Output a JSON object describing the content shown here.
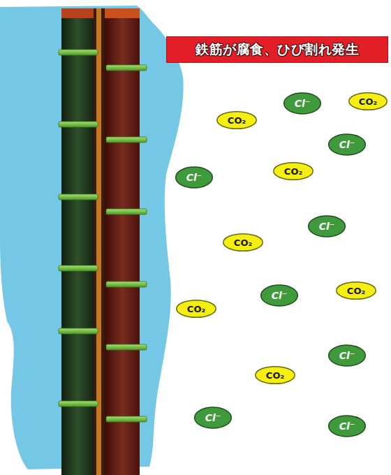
{
  "diagram": {
    "nodes": [
      {
        "text": [
          "鉄筋が腐食、ひび割れ発生"
        ]
      },
      {
        "text": [
          "CO₂"
        ]
      },
      {
        "text": [
          "Cl⁻"
        ]
      },
      {
        "text": [
          "CO₂"
        ]
      },
      {
        "text": [
          "Cl⁻"
        ]
      },
      {
        "text": [
          "Cl⁻"
        ]
      },
      {
        "text": [
          "CO₂"
        ]
      },
      {
        "text": [
          "Cl⁻"
        ]
      },
      {
        "text": [
          "CO₂"
        ]
      },
      {
        "text": [
          "Cl⁻"
        ]
      },
      {
        "text": [
          "CO₂"
        ]
      },
      {
        "text": [
          "CO₂"
        ]
      },
      {
        "text": [
          "Cl⁻"
        ]
      },
      {
        "text": [
          "CO₂"
        ]
      },
      {
        "text": [
          "Cl⁻"
        ]
      },
      {
        "text": [
          "Cl⁻"
        ]
      }
    ]
  }
}
